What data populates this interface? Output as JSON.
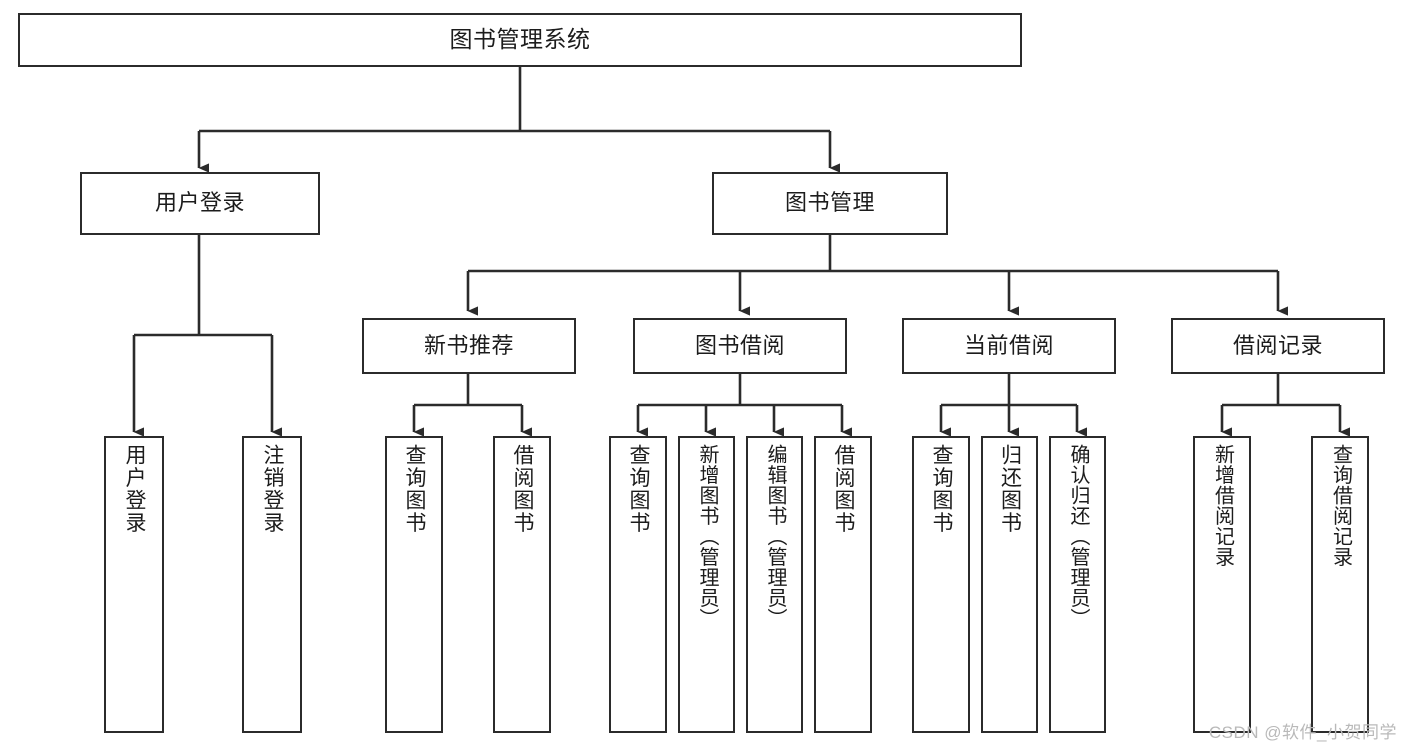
{
  "diagram": {
    "title": "图书管理系统",
    "type": "tree-hierarchy-chart",
    "watermark": "CSDN @软件_小贺同学",
    "colors": {
      "background": "#ffffff",
      "box_border": "#2b2b2b",
      "box_fill": "#ffffff",
      "connector": "#2b2b2b",
      "text": "#1c1c1c",
      "watermark": "#b9b9b9"
    },
    "levels": {
      "root": {
        "label": "图书管理系统"
      },
      "level2": [
        {
          "id": "user-login",
          "label": "用户登录"
        },
        {
          "id": "book-management",
          "label": "图书管理"
        }
      ],
      "level3": [
        {
          "id": "new-book-recommend",
          "label": "新书推荐"
        },
        {
          "id": "book-borrow",
          "label": "图书借阅"
        },
        {
          "id": "current-borrow",
          "label": "当前借阅"
        },
        {
          "id": "borrow-record",
          "label": "借阅记录"
        }
      ],
      "leaves": {
        "user_login": [
          {
            "id": "leaf-user-login",
            "label": "用户登录"
          },
          {
            "id": "leaf-logout-login",
            "label": "注销登录"
          }
        ],
        "new_book_recommend": [
          {
            "id": "leaf-query-book-1",
            "label": "查询图书"
          },
          {
            "id": "leaf-borrow-book-1",
            "label": "借阅图书"
          }
        ],
        "book_borrow": [
          {
            "id": "leaf-query-book-2",
            "label": "查询图书"
          },
          {
            "id": "leaf-add-book",
            "label": "新增图书（管理员）"
          },
          {
            "id": "leaf-edit-book",
            "label": "编辑图书（管理员）"
          },
          {
            "id": "leaf-borrow-book-2",
            "label": "借阅图书"
          }
        ],
        "current_borrow": [
          {
            "id": "leaf-query-book-3",
            "label": "查询图书"
          },
          {
            "id": "leaf-return-book",
            "label": "归还图书"
          },
          {
            "id": "leaf-confirm-return",
            "label": "确认归还（管理员）"
          }
        ],
        "borrow_record": [
          {
            "id": "leaf-add-borrow-record",
            "label": "新增借阅记录"
          },
          {
            "id": "leaf-query-borrow-record",
            "label": "查询借阅记录"
          }
        ]
      }
    }
  }
}
